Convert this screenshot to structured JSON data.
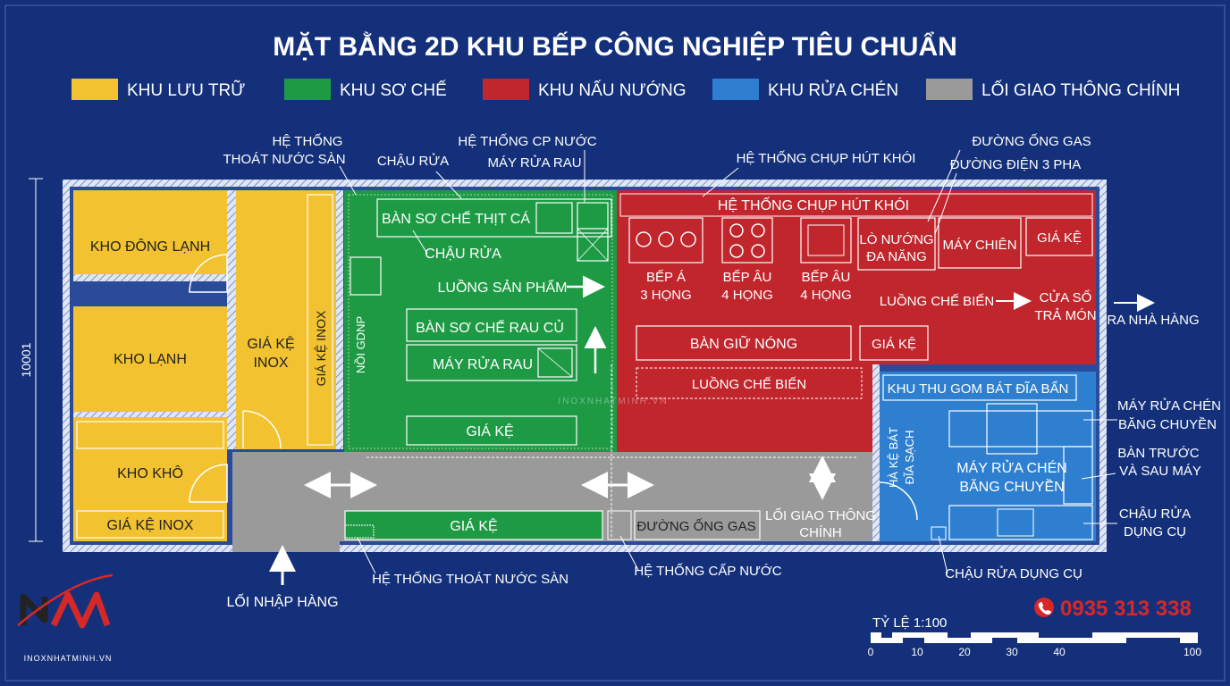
{
  "title": "MẶT BẰNG 2D KHU BẾP CÔNG NGHIỆP TIÊU CHUẨN",
  "legend": [
    {
      "label": "KHU LƯU TRỮ",
      "color": "#f2c230"
    },
    {
      "label": "KHU SƠ CHẾ",
      "color": "#1e9a45"
    },
    {
      "label": "KHU NẤU NƯỚNG",
      "color": "#c0262c"
    },
    {
      "label": "KHU RỬA CHÉN",
      "color": "#2f7fd0"
    },
    {
      "label": "LỐI GIAO THÔNG CHÍNH",
      "color": "#9a9a9a"
    }
  ],
  "dimension": "10001",
  "storage": {
    "freezer": "KHO ĐÔNG LẠNH",
    "cold": "KHO LẠNH",
    "dry": "KHO KHÔ",
    "shelf_inox": "GIÁ KỆ INOX",
    "shelf_line1": "GIÁ KỆ",
    "shelf_line2": "INOX",
    "shelf_vertical": "GIÁ KỆ INOX"
  },
  "prep": {
    "meat_table": "BÀN SƠ CHẾ THỊT CÁ",
    "sink": "CHẬU RỬA",
    "product_flow": "LUỒNG SẢN PHẨM",
    "veg_table": "BÀN SƠ CHẾ RAU CỦ",
    "veg_washer": "MÁY RỬA RAU",
    "shelf": "GIÁ KỆ",
    "vertical_label": "NỒI GDNP"
  },
  "cooking": {
    "hood": "HỆ THỐNG CHỤP HÚT KHÓI",
    "stove_asia_1": "BẾP Á",
    "stove_asia_2": "3 HỌNG",
    "stove_eu1_1": "BẾP ÂU",
    "stove_eu1_2": "4 HỌNG",
    "stove_eu2_1": "BẾP ÂU",
    "stove_eu2_2": "4 HỌNG",
    "oven_1": "LÒ NƯỚNG",
    "oven_2": "ĐA NĂNG",
    "fryer": "MÁY CHIÊN",
    "shelf": "GIÁ KỆ",
    "process_flow": "LUỒNG CHẾ BIẾN",
    "window_1": "CỬA SỔ",
    "window_2": "TRẢ MÓN",
    "warm_table": "BÀN GIỮ NÓNG",
    "shelf2": "GIÁ KỆ",
    "process_flow2": "LUỒNG CHẾ BIẾN"
  },
  "washing": {
    "collect": "KHU THU GOM BÁT ĐĨA BẨN",
    "clean_1": "HÀ KỆ BÁT",
    "clean_2": "ĐĨA SẠCH",
    "machine_1": "MÁY RỬA CHÉN",
    "machine_2": "BĂNG CHUYỀN"
  },
  "corridor": {
    "shelf": "GIÁ KỆ",
    "gas": "ĐƯỜNG ỐNG GAS",
    "main_1": "LỐI GIAO THÔNG",
    "main_2": "CHÍNH"
  },
  "callouts": {
    "drain_1": "HỆ THỐNG",
    "drain_2": "THOÁT NƯỚC SÀN",
    "sink_top": "CHẬU RỬA",
    "water_supply": "HỆ THỐNG CP NƯỚC",
    "veg_washer_top": "MÁY RỬA RAU",
    "hood_top": "HỆ THỐNG CHỤP HÚT KHÓI",
    "gas_top": "ĐƯỜNG ỐNG GAS",
    "power_top": "ĐƯỜNG ĐIỆN 3 PHA",
    "to_restaurant": "RA NHÀ HÀNG",
    "dish_1": "MÁY RỬA CHÉN",
    "dish_2": "BĂNG CHUYỀN",
    "table_1": "BÀN TRƯỚC",
    "table_2": "VÀ SAU MÁY",
    "tool_sink_1": "CHẬU RỬA",
    "tool_sink_2": "DỤNG CỤ",
    "entrance": "LỐI NHẬP HÀNG",
    "floor_drain": "HỆ THỐNG THOÁT NƯỚC SÀN",
    "water_supply2": "HỆ THỐNG CẤP NƯỚC",
    "tool_sink_bottom": "CHẬU RỬA DỤNG CỤ"
  },
  "watermark": "INOXNHATMINH.VN",
  "brand": "NM",
  "brand_url": "INOXNHATMINH.VN",
  "phone": "0935 313 338",
  "scale": {
    "label": "TỶ LỆ 1:100",
    "ticks": [
      "0",
      "10",
      "20",
      "30",
      "40",
      "100"
    ]
  }
}
